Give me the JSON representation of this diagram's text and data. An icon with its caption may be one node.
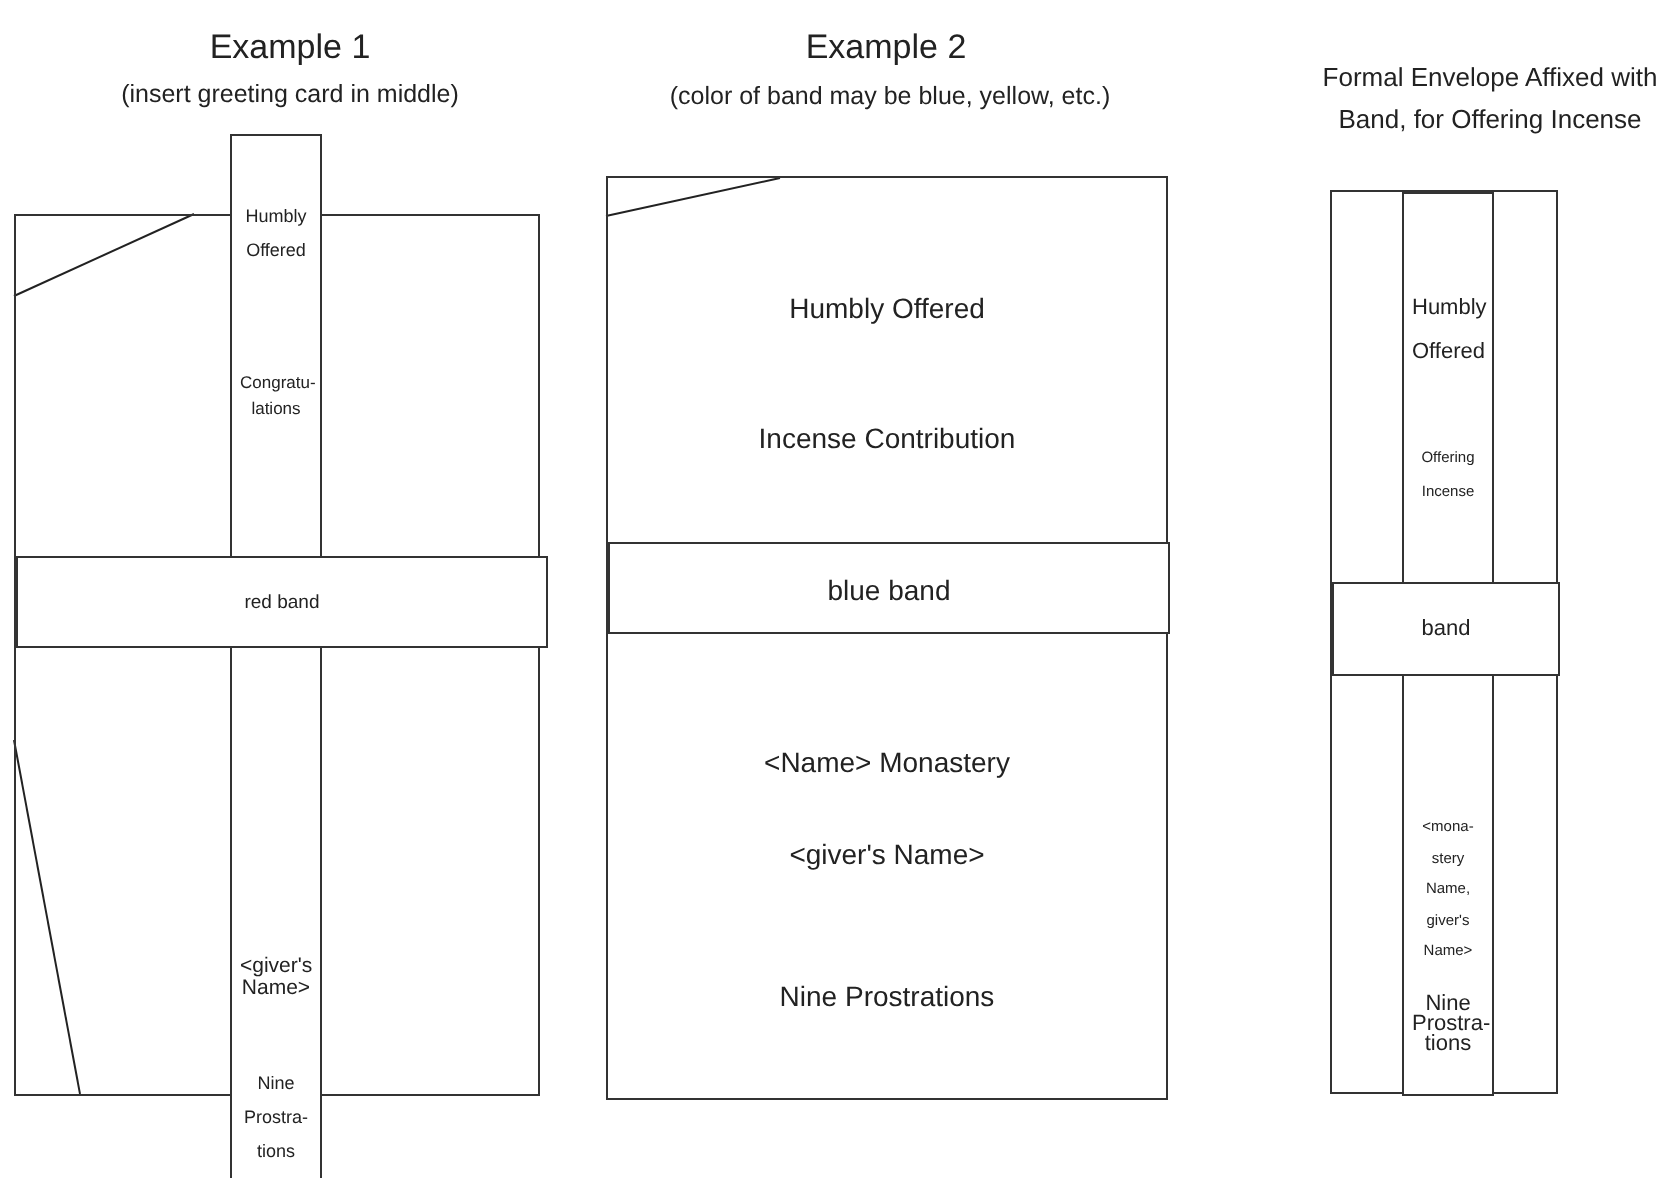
{
  "diagram": {
    "nodes": [
      {
        "text": [],
        "shape": "box",
        "beside": [
          "Example 1",
          "(insert greeting card in middle)"
        ]
      },
      {
        "text": [
          "Humbly Offered",
          "Congratu- lations",
          "<giver's Name>",
          "Nine Prostra- tions"
        ]
      },
      {
        "text": [
          "red band"
        ],
        "in": 0
      },
      {
        "text": [
          "Humbly Offered",
          "Incense Contribution",
          "<Name> Monastery",
          "<giver's Name>",
          "Nine Prostrations"
        ],
        "beside": [
          "Example 2",
          "(color of band may be blue, yellow, etc.)"
        ]
      },
      {
        "text": [
          "blue band"
        ],
        "in": 3
      },
      {
        "text": [],
        "shape": "box",
        "beside": [
          "Formal Envelope Affixed with Band, for Offering Incense"
        ]
      },
      {
        "text": [
          "Humbly Offered",
          "Offering Incense",
          "<mona- stery Name, giver's Name>",
          "Nine Prostra- tions"
        ],
        "in": 5
      },
      {
        "text": [
          "band"
        ],
        "in": 5
      }
    ]
  }
}
